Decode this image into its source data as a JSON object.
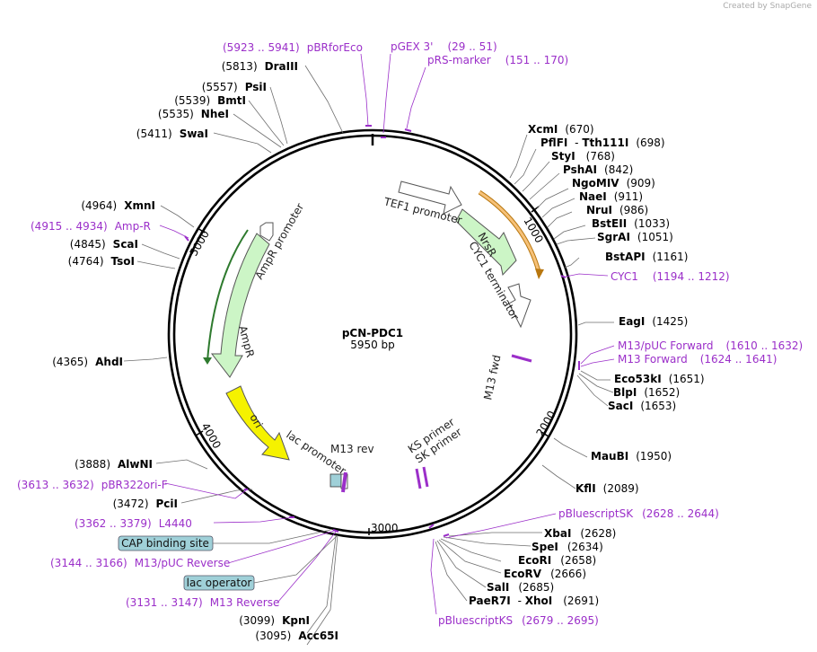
{
  "credit": "Created by SnapGene",
  "plasmid": {
    "name": "pCN-PDC1",
    "size_label": "5950 bp"
  },
  "ticks": [
    "1000",
    "2000",
    "3000",
    "4000",
    "5000"
  ],
  "features": {
    "tef1": "TEF1 promoter",
    "nrsr": "NrsR",
    "cyc1term": "CYC1 terminator",
    "ampr_prom": "AmpR promoter",
    "ampr": "AmpR",
    "ori": "ori",
    "lac_prom": "lac promoter",
    "m13rev": "M13 rev",
    "m13fwd": "M13 fwd",
    "ks": "KS primer",
    "sk": "SK primer",
    "cap": "CAP binding site",
    "lacop": "lac operator"
  },
  "sites": [
    {
      "name": "XcmI",
      "num": "(670)"
    },
    {
      "name": "PflFI",
      "name2": "Tth111I",
      "num": "(698)"
    },
    {
      "name": "StyI",
      "num": "(768)"
    },
    {
      "name": "PshAI",
      "num": "(842)"
    },
    {
      "name": "NgoMIV",
      "num": "(909)"
    },
    {
      "name": "NaeI",
      "num": "(911)"
    },
    {
      "name": "NruI",
      "num": "(986)"
    },
    {
      "name": "BstEII",
      "num": "(1033)"
    },
    {
      "name": "SgrAI",
      "num": "(1051)"
    },
    {
      "name": "BstAPI",
      "num": "(1161)"
    },
    {
      "name": "EagI",
      "num": "(1425)"
    },
    {
      "name": "Eco53kI",
      "num": "(1651)"
    },
    {
      "name": "BlpI",
      "num": "(1652)"
    },
    {
      "name": "SacI",
      "num": "(1653)"
    },
    {
      "name": "MauBI",
      "num": "(1950)"
    },
    {
      "name": "KflI",
      "num": "(2089)"
    },
    {
      "name": "XbaI",
      "num": "(2628)"
    },
    {
      "name": "SpeI",
      "num": "(2634)"
    },
    {
      "name": "EcoRI",
      "num": "(2658)"
    },
    {
      "name": "EcoRV",
      "num": "(2666)"
    },
    {
      "name": "SalI",
      "num": "(2685)"
    },
    {
      "name": "PaeR7I",
      "name2": "XhoI",
      "num": "(2691)"
    },
    {
      "name": "DraIII",
      "num": "(5813)"
    },
    {
      "name": "PsiI",
      "num": "(5557)"
    },
    {
      "name": "BmtI",
      "num": "(5539)"
    },
    {
      "name": "NheI",
      "num": "(5535)"
    },
    {
      "name": "SwaI",
      "num": "(5411)"
    },
    {
      "name": "XmnI",
      "num": "(4964)"
    },
    {
      "name": "ScaI",
      "num": "(4845)"
    },
    {
      "name": "TsoI",
      "num": "(4764)"
    },
    {
      "name": "AhdI",
      "num": "(4365)"
    },
    {
      "name": "AlwNI",
      "num": "(3888)"
    },
    {
      "name": "PciI",
      "num": "(3472)"
    },
    {
      "name": "KpnI",
      "num": "(3099)"
    },
    {
      "name": "Acc65I",
      "num": "(3095)"
    }
  ],
  "primers": [
    {
      "range": "(5923 .. 5941)",
      "name": "pBRforEco"
    },
    {
      "name": "pGEX 3'",
      "range": "(29 .. 51)"
    },
    {
      "name": "pRS-marker",
      "range": "(151 .. 170)"
    },
    {
      "name": "CYC1",
      "range": "(1194 .. 1212)"
    },
    {
      "name": "M13/pUC Forward",
      "range": "(1610 .. 1632)"
    },
    {
      "name": "M13 Forward",
      "range": "(1624 .. 1641)"
    },
    {
      "name": "pBluescriptSK",
      "range": "(2628 .. 2644)"
    },
    {
      "name": "pBluescriptKS",
      "range": "(2679 .. 2695)"
    },
    {
      "range": "(4915 .. 4934)",
      "name": "Amp-R"
    },
    {
      "range": "(3613 .. 3632)",
      "name": "pBR322ori-F"
    },
    {
      "range": "(3362 .. 3379)",
      "name": "L4440"
    },
    {
      "range": "(3144 .. 3166)",
      "name": "M13/pUC Reverse"
    },
    {
      "range": "(3131 .. 3147)",
      "name": "M13 Reverse"
    }
  ],
  "colors": {
    "primer": "#9b2fc9",
    "ampr": "#ccf5c6",
    "ori": "#f5f200",
    "orf": "#f6c178",
    "boxes": "#9fd0d8"
  }
}
